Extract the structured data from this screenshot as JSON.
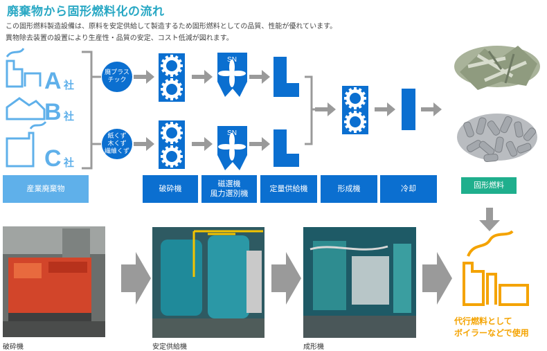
{
  "title": "廃棄物から固形燃料化の流れ",
  "intro": [
    "この固形燃料製造設備は、原料を安定供給して製造するため固形燃料としての品質、性能が優れています。",
    "異物除去装置の設置により生産性・品質の安定、コスト低減が図れます。"
  ],
  "companies": {
    "a": {
      "letter": "A",
      "suffix": "社"
    },
    "b": {
      "letter": "B",
      "suffix": "社"
    },
    "c": {
      "letter": "C",
      "suffix": "社"
    }
  },
  "inputs": {
    "plastic": [
      "廃プラス",
      "チック"
    ],
    "paper": [
      "紙くず",
      "木くず",
      "繊維くず"
    ]
  },
  "machine_marks": {
    "separator_top": "SN",
    "separator_bottom": "SN"
  },
  "stages": {
    "waste": "産業廃棄物",
    "crusher": "破砕機",
    "separator": [
      "磁選機",
      "風力選別機"
    ],
    "feeder": "定量供給機",
    "former": "形成機",
    "cooling": "冷却",
    "fuel": "固形燃料"
  },
  "photos": {
    "crusher": "破砕機",
    "feeder": "安定供給機",
    "former": "成形機"
  },
  "final_caption": [
    "代行燃料として",
    "ボイラーなどで使用"
  ],
  "colors": {
    "blue": "#0b6fd0",
    "light_blue": "#5fb0ea",
    "gray_arrow": "#9a9a9a",
    "green": "#1faf8d",
    "orange": "#f4a300",
    "title": "#29a8c4"
  }
}
